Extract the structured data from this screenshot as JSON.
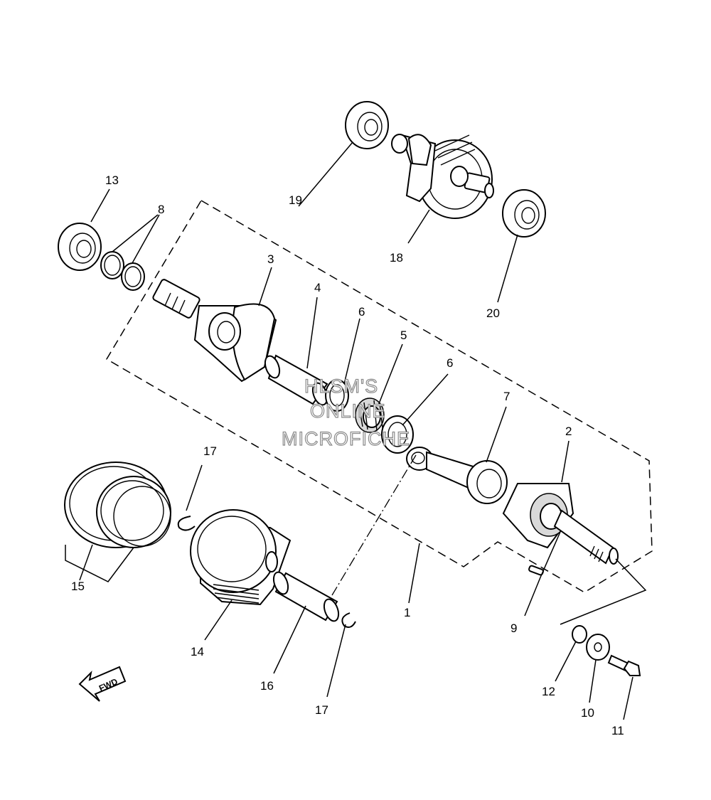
{
  "callouts": {
    "c1": "1",
    "c2": "2",
    "c3": "3",
    "c4": "4",
    "c5": "5",
    "c6a": "6",
    "c6b": "6",
    "c7": "7",
    "c8": "8",
    "c9": "9",
    "c10": "10",
    "c11": "11",
    "c12": "12",
    "c13": "13",
    "c14": "14",
    "c15": "15",
    "c16": "16",
    "c17a": "17",
    "c17b": "17",
    "c18": "18",
    "c19": "19",
    "c20": "20"
  },
  "watermark": {
    "line1": "HLSM'S",
    "line2": "ONLINE",
    "line3": "MICROFICHE"
  },
  "fwd_label": "FWD"
}
